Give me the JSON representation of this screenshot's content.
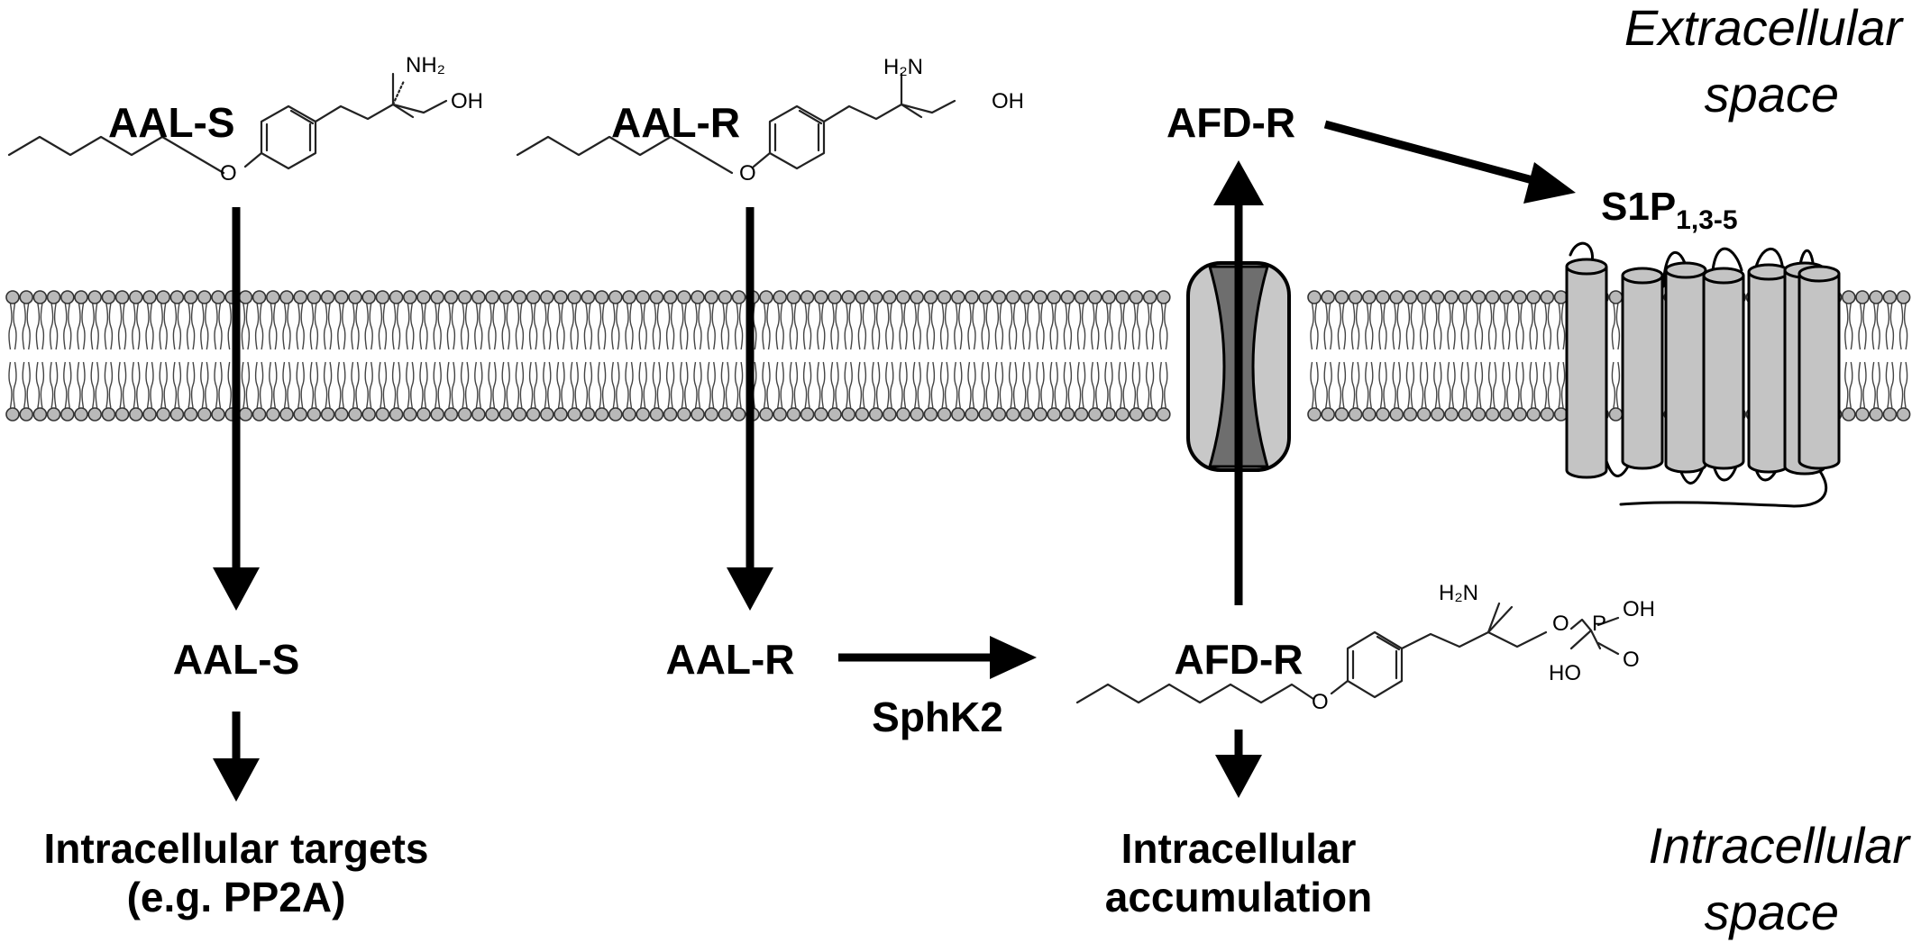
{
  "regions": {
    "extracellular_line1": "Extracellular",
    "extracellular_line2": "space",
    "intracellular_line1": "Intracellular",
    "intracellular_line2": "space"
  },
  "molecules": {
    "aal_s_top": "AAL-S",
    "aal_r_top": "AAL-R",
    "afd_r_top": "AFD-R",
    "aal_s_bottom": "AAL-S",
    "aal_r_bottom": "AAL-R",
    "afd_r_bottom": "AFD-R"
  },
  "receptor": {
    "base": "S1P",
    "subscript": "1,3-5"
  },
  "enzyme": "SphK2",
  "outcomes": {
    "left_line1": "Intracellular targets",
    "left_line2": "(e.g. PP2A)",
    "right_line1": "Intracellular",
    "right_line2": "accumulation"
  },
  "structure_atoms": {
    "nh2": "NH₂",
    "h2n": "H₂N",
    "oh": "OH",
    "o": "O",
    "p": "P",
    "ho": "HO"
  },
  "colors": {
    "lipid_head": "#b9b9b9",
    "transporter_dark": "#6e6e6e",
    "transporter_light": "#c8c8c8",
    "receptor_fill": "#c4c4c4"
  }
}
